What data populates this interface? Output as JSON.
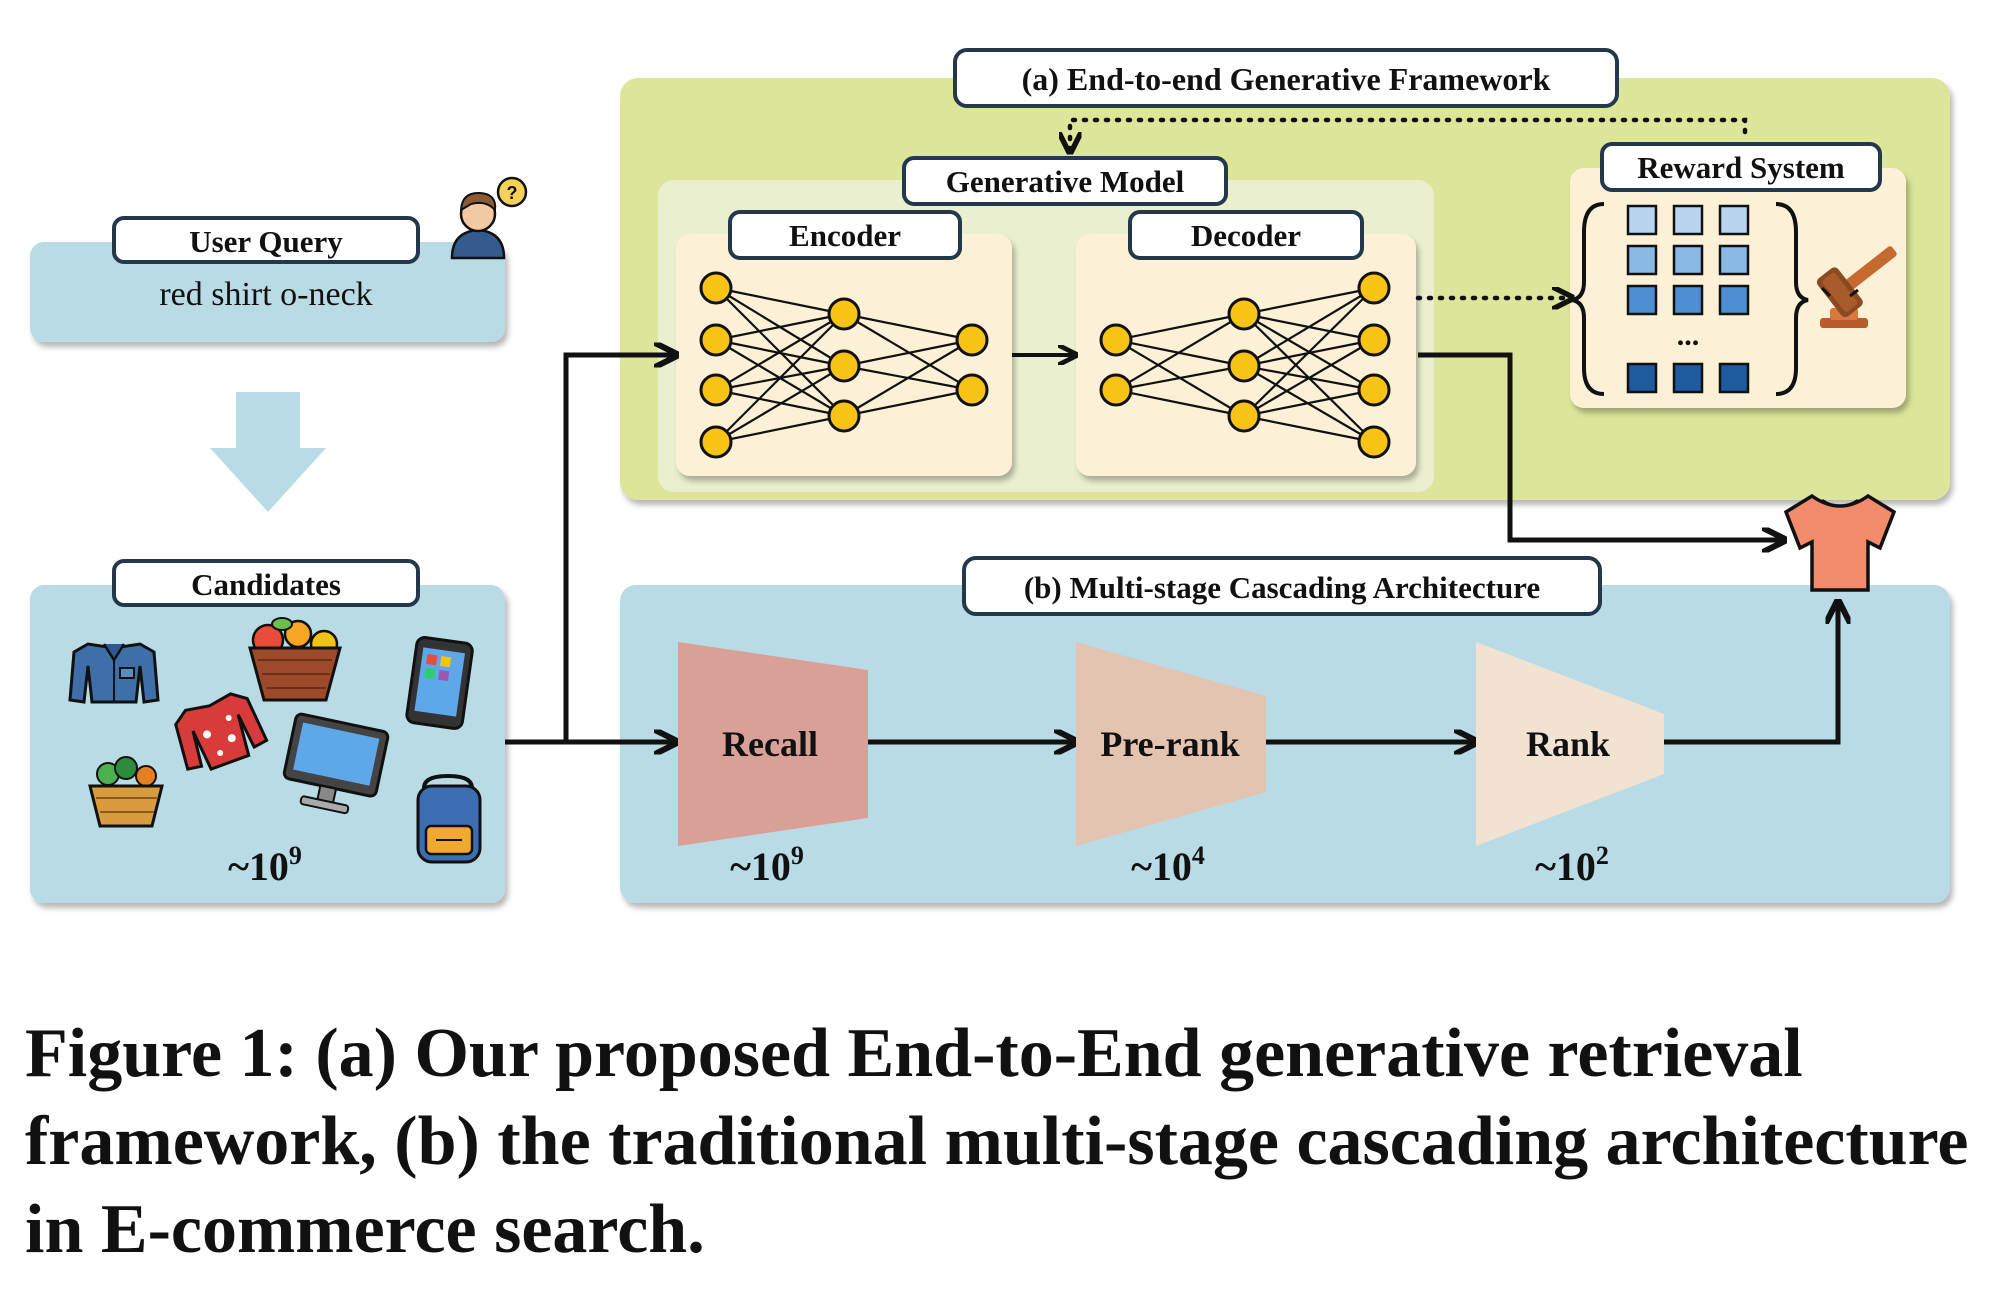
{
  "framework_a": {
    "title": "(a) End-to-end Generative Framework"
  },
  "generative_model": {
    "title": "Generative Model",
    "encoder": "Encoder",
    "decoder": "Decoder"
  },
  "reward_system": {
    "title": "Reward System",
    "ellipsis": "..."
  },
  "user_query": {
    "title": "User Query",
    "text": "red shirt o-neck"
  },
  "candidates": {
    "title": "Candidates",
    "count_base": "~10",
    "count_exp": "9"
  },
  "framework_b": {
    "title": "(b) Multi-stage Cascading Architecture",
    "stages": [
      {
        "label": "Recall",
        "count_base": "~10",
        "count_exp": "9",
        "color": "#d9a097"
      },
      {
        "label": "Pre-rank",
        "count_base": "~10",
        "count_exp": "4",
        "color": "#e2c4b1"
      },
      {
        "label": "Rank",
        "count_base": "~10",
        "count_exp": "2",
        "color": "#f1e2d1"
      }
    ]
  },
  "icons": [
    "question-person-icon",
    "shirt-icon",
    "gavel-icon",
    "denim-shirt-icon",
    "fruit-basket-icon",
    "tablet-icon",
    "hawaiian-shirt-icon",
    "vegetable-basket-icon",
    "monitor-icon",
    "backpack-icon"
  ],
  "colors": {
    "green_panel": "#dde59b",
    "blue_panel": "#b9dbe5",
    "model_cream": "#fcf0d6",
    "node_yellow": "#f7c314",
    "output_shirt": "#f28a6c"
  },
  "caption": "Figure 1: (a) Our proposed End-to-End generative retrieval framework, (b) the traditional multi-stage cascading architecture in E-commerce search."
}
